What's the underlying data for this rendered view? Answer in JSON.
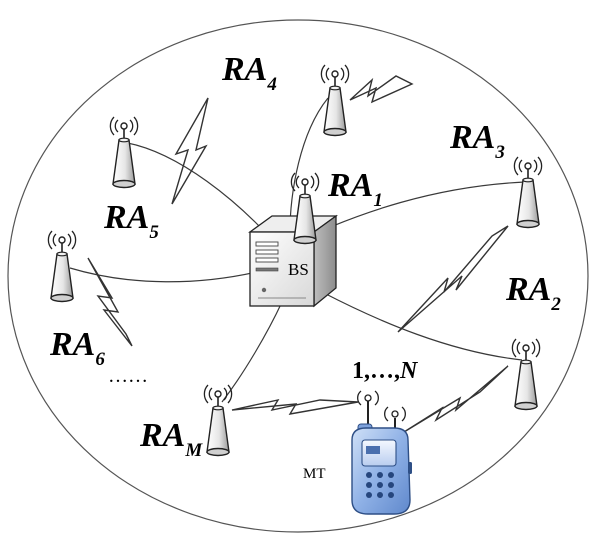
{
  "base_station": {
    "label": "BS"
  },
  "mobile_terminal": {
    "label": "MT"
  },
  "channel_range": {
    "start": "1",
    "separator": ",…,",
    "end": "N"
  },
  "ellipsis": "……",
  "access_points": [
    {
      "id": "ra1",
      "prefix": "RA",
      "subscript": "1"
    },
    {
      "id": "ra2",
      "prefix": "RA",
      "subscript": "2"
    },
    {
      "id": "ra3",
      "prefix": "RA",
      "subscript": "3"
    },
    {
      "id": "ra4",
      "prefix": "RA",
      "subscript": "4"
    },
    {
      "id": "ra5",
      "prefix": "RA",
      "subscript": "5"
    },
    {
      "id": "ra6",
      "prefix": "RA",
      "subscript": "6"
    },
    {
      "id": "ram",
      "prefix": "RA",
      "subscript": "M"
    }
  ]
}
